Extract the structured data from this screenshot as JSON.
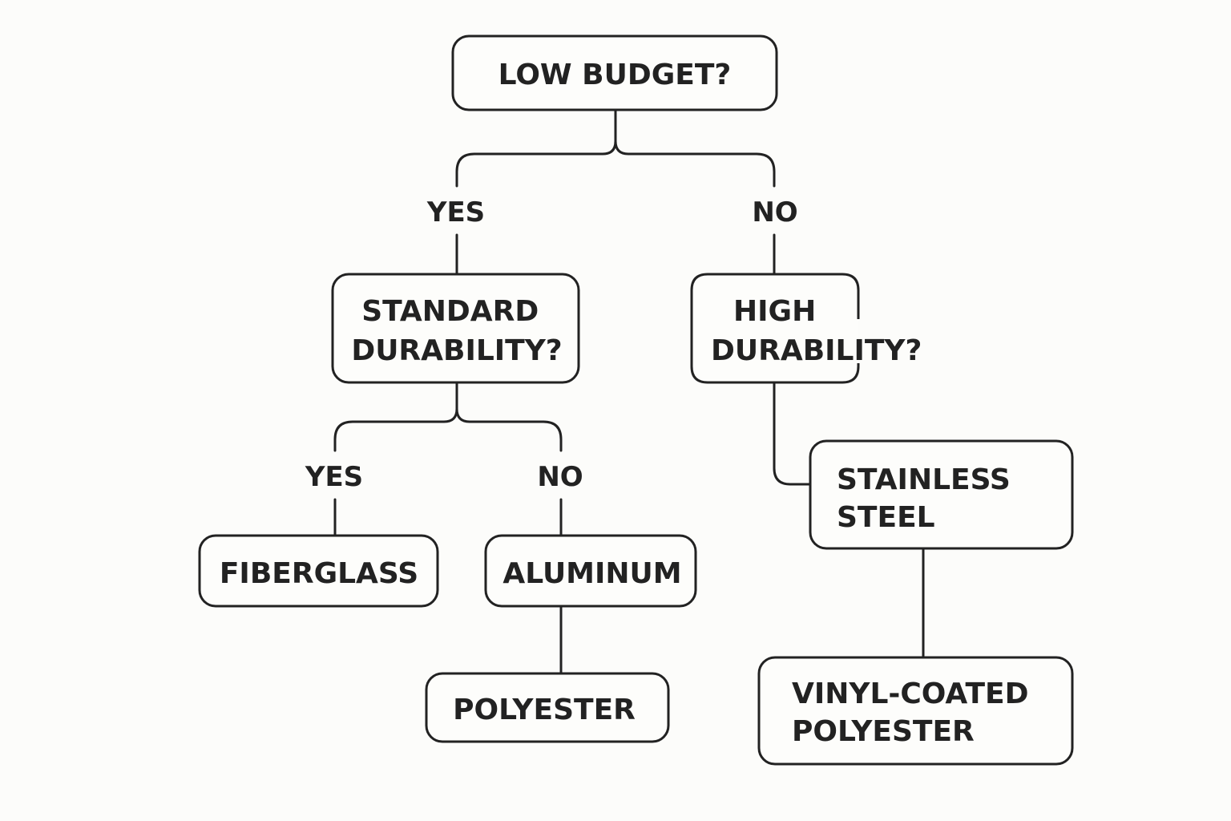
{
  "diagram": {
    "nodes": {
      "low_budget": "LOW BUDGET?",
      "standard_durability": [
        "STANDARD",
        "DURABILITY?"
      ],
      "high_durability": [
        "HIGH",
        "DURABILITY?"
      ],
      "fiberglass": "FIBERGLASS",
      "aluminum": "ALUMINUM",
      "polyester": "POLYESTER",
      "stainless_steel": [
        "STAINLESS",
        "STEEL"
      ],
      "vinyl_coated_polyester": [
        "VINYL-COATED",
        "POLYESTER"
      ]
    },
    "edge_labels": {
      "budget_yes": "YES",
      "budget_no": "NO",
      "standard_yes": "YES",
      "standard_no": "NO"
    }
  }
}
